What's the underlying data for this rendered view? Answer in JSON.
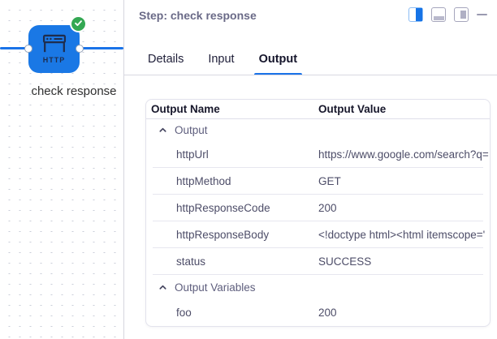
{
  "canvas": {
    "node": {
      "type_label": "HTTP",
      "label": "check response",
      "status": "success",
      "color": "#1a78e5"
    }
  },
  "header": {
    "title": "Step: check response",
    "window_control_icons": [
      "split-view-icon",
      "bottom-panel-icon",
      "right-panel-icon",
      "minimize-icon"
    ]
  },
  "tabs": [
    {
      "label": "Details",
      "active": false
    },
    {
      "label": "Input",
      "active": false
    },
    {
      "label": "Output",
      "active": true
    }
  ],
  "table": {
    "columns": {
      "name": "Output Name",
      "value": "Output Value"
    },
    "groups": [
      {
        "label": "Output",
        "rows": [
          {
            "name": "httpUrl",
            "value": "https://www.google.com/search?q="
          },
          {
            "name": "httpMethod",
            "value": "GET"
          },
          {
            "name": "httpResponseCode",
            "value": "200"
          },
          {
            "name": "httpResponseBody",
            "value": "<!doctype html><html itemscope='"
          },
          {
            "name": "status",
            "value": "SUCCESS"
          }
        ]
      },
      {
        "label": "Output Variables",
        "rows": [
          {
            "name": "foo",
            "value": "200"
          }
        ]
      }
    ]
  },
  "colors": {
    "accent_blue": "#1a73e8",
    "success_green": "#34a853",
    "title_gray": "#6a6a87",
    "row_text": "#4d4d68"
  }
}
